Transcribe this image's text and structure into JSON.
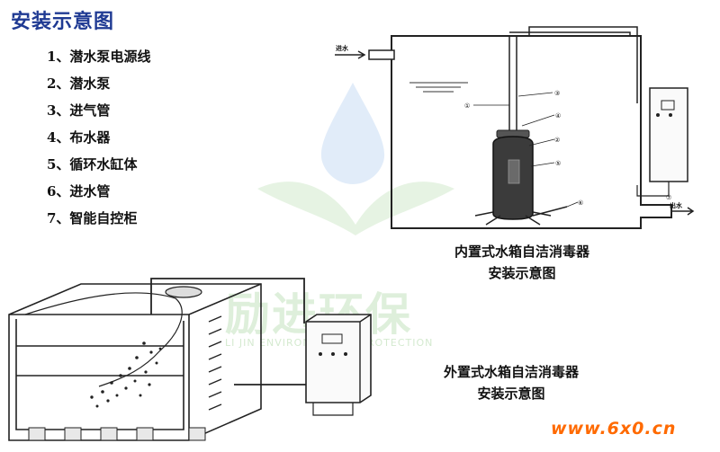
{
  "title": "安装示意图",
  "legend": [
    "1、潜水泵电源线",
    "2、潜水泵",
    "3、进气管",
    "4、布水器",
    "5、循环水缸体",
    "6、进水管",
    "7、智能自控柜"
  ],
  "diagram1": {
    "caption_line1": "内置式水箱自洁消毒器",
    "caption_line2": "安装示意图",
    "inlet_label": "进水",
    "outlet_label": "出水",
    "callouts": [
      "①",
      "②",
      "③",
      "④",
      "⑤",
      "⑥",
      "⑦"
    ]
  },
  "diagram2": {
    "caption_line1": "外置式水箱自洁消毒器",
    "caption_line2": "安装示意图"
  },
  "watermark": {
    "cn": "励进环保",
    "en": "LI JIN ENVIRONMENTAL PROTECTION"
  },
  "site": "www.6x0.cn",
  "colors": {
    "title": "#1f3a93",
    "site": "#ff6a00",
    "watermark": "#b8dcb0"
  }
}
